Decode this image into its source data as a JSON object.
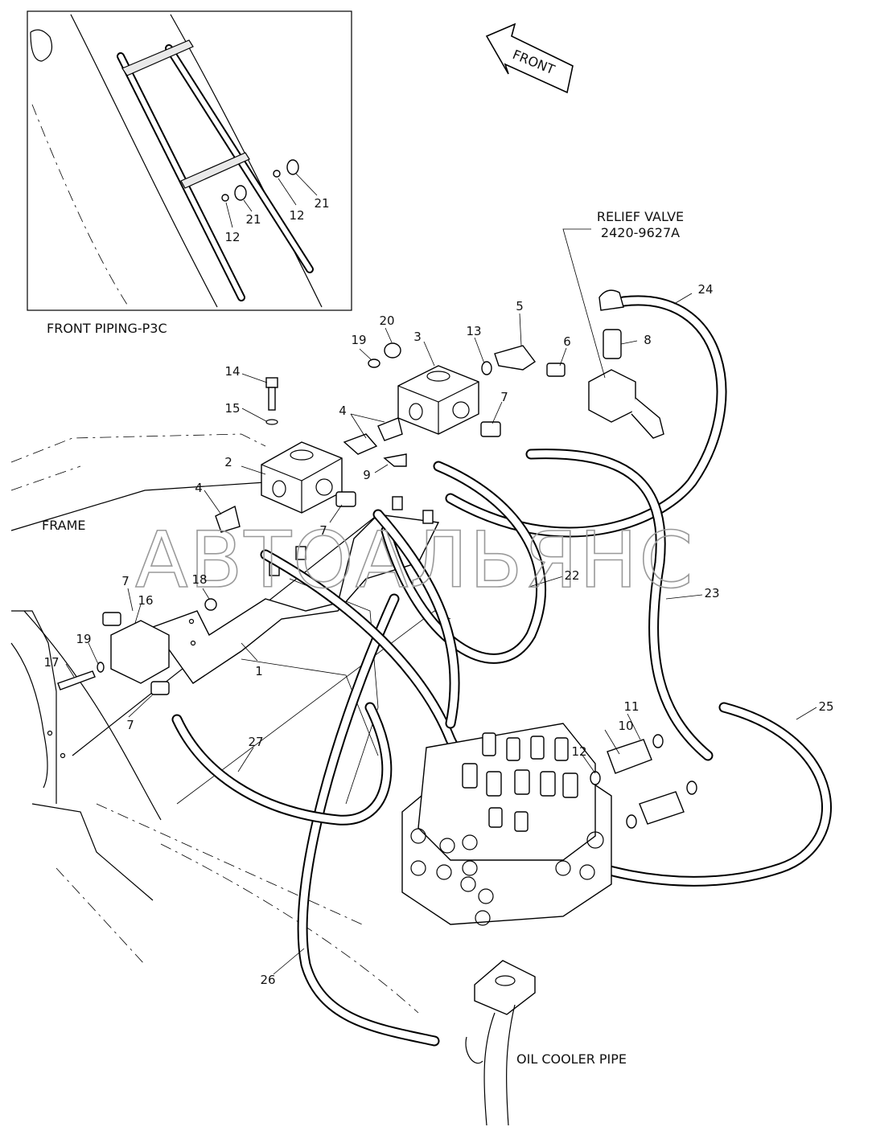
{
  "title_inset": "FRONT PIPING-P3C",
  "front_arrow": "FRONT",
  "relief_valve": {
    "line1": "RELIEF VALVE",
    "line2": "2420-9627A"
  },
  "frame_label": "FRAME",
  "oil_cooler_label": "OIL COOLER PIPE",
  "watermark": "АВТОАЛЬЯНС",
  "callouts": {
    "c1": "1",
    "c2": "2",
    "c3": "3",
    "c4a": "4",
    "c4b": "4",
    "c5": "5",
    "c6": "6",
    "c7a": "7",
    "c7b": "7",
    "c7c": "7",
    "c7d": "7",
    "c8": "8",
    "c9": "9",
    "c10": "10",
    "c11": "11",
    "c12": "12",
    "c13": "13",
    "c14": "14",
    "c15": "15",
    "c16": "16",
    "c17": "17",
    "c18": "18",
    "c19a": "19",
    "c19b": "19",
    "c20": "20",
    "c22": "22",
    "c23": "23",
    "c24": "24",
    "c25": "25",
    "c26": "26",
    "c27": "27",
    "i12a": "12",
    "i12b": "12",
    "i21a": "21",
    "i21b": "21"
  },
  "colors": {
    "line": "#000000",
    "watermark": "#9a9a9a",
    "background": "#ffffff"
  }
}
